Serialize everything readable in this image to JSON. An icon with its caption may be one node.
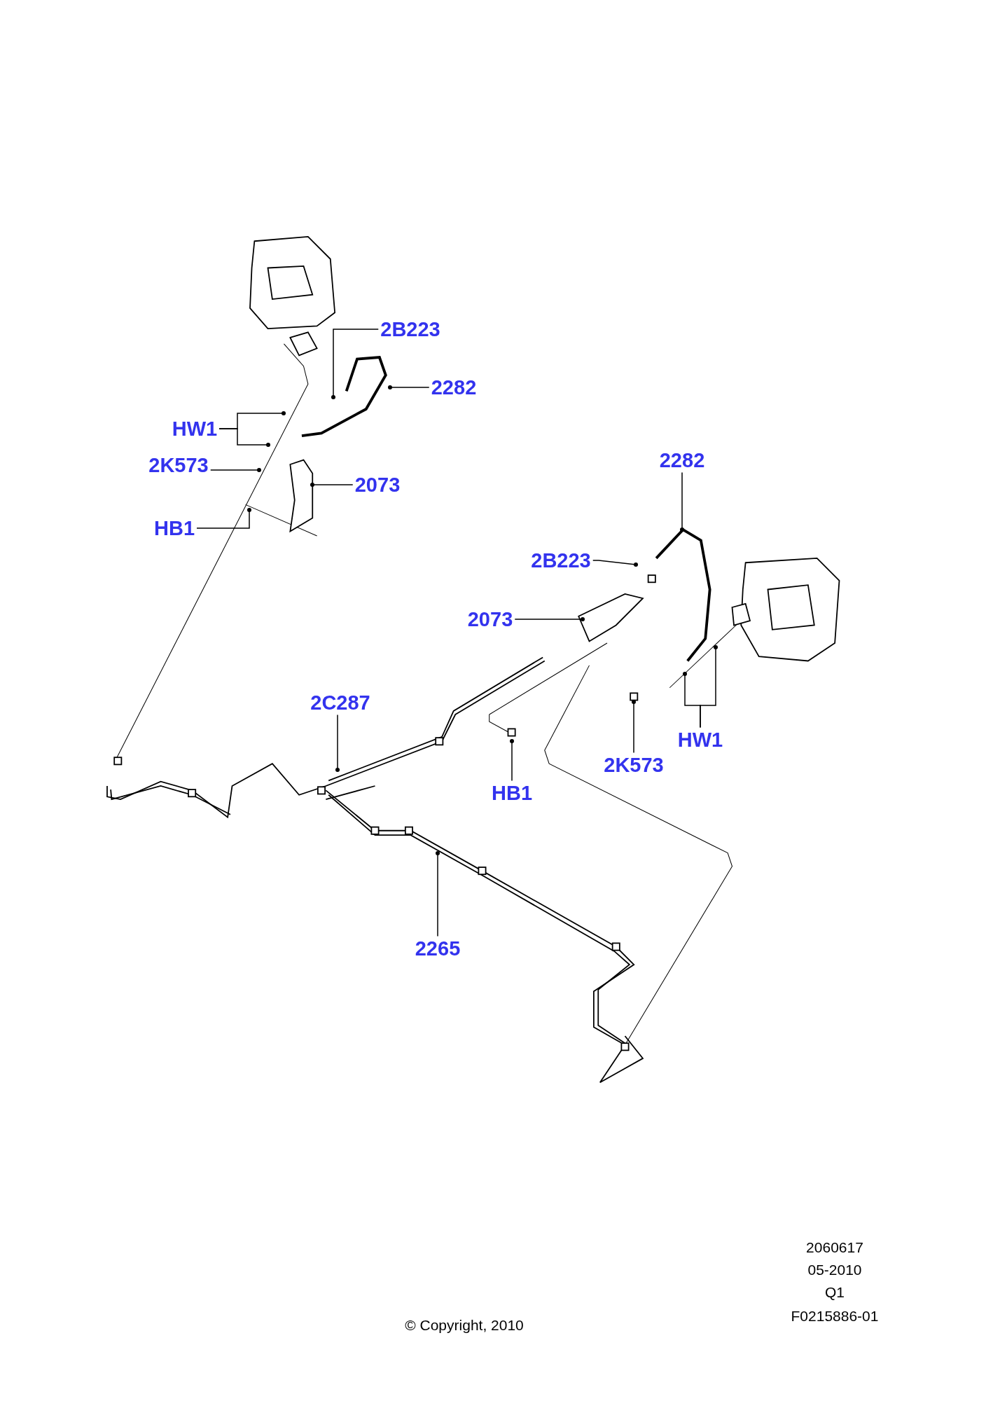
{
  "diagram": {
    "nodes": [
      {
        "text": [
          "2B223"
        ]
      },
      {
        "text": [
          "2282"
        ]
      },
      {
        "text": [
          "HW1"
        ]
      },
      {
        "text": [
          "2K573"
        ]
      },
      {
        "text": [
          "2073"
        ]
      },
      {
        "text": [
          "2282"
        ]
      },
      {
        "text": [
          "HB1"
        ]
      },
      {
        "text": [
          "2B223"
        ]
      },
      {
        "text": [
          "2073"
        ]
      },
      {
        "text": [
          "2C287"
        ]
      },
      {
        "text": [
          "HW1"
        ]
      },
      {
        "text": [
          "2K573"
        ]
      },
      {
        "text": [
          "HB1"
        ]
      },
      {
        "text": [
          "2265"
        ]
      }
    ],
    "edges": [
      {
        "from": 0,
        "to": null,
        "arrow": "other"
      },
      {
        "from": 1,
        "to": null,
        "arrow": "other"
      },
      {
        "from": 2,
        "to": null,
        "arrow": "other"
      },
      {
        "from": 2,
        "to": null,
        "arrow": "other"
      },
      {
        "from": 3,
        "to": null,
        "arrow": "other"
      },
      {
        "from": 4,
        "to": null,
        "arrow": "other"
      },
      {
        "from": 5,
        "to": null,
        "arrow": "other"
      },
      {
        "from": 6,
        "to": null,
        "arrow": "other"
      },
      {
        "from": 7,
        "to": null,
        "arrow": "other"
      },
      {
        "from": 8,
        "to": null,
        "arrow": "other"
      },
      {
        "from": 9,
        "to": null,
        "arrow": "other"
      },
      {
        "from": 10,
        "to": null,
        "arrow": "other"
      },
      {
        "from": 10,
        "to": null,
        "arrow": "other"
      },
      {
        "from": 11,
        "to": null,
        "arrow": "other"
      },
      {
        "from": 12,
        "to": null,
        "arrow": "other"
      },
      {
        "from": 13,
        "to": null,
        "arrow": "other"
      }
    ],
    "labels": [
      "2060617",
      "05-2010",
      "Q1",
      "F0215886-01",
      "© Copyright, 2010"
    ]
  }
}
